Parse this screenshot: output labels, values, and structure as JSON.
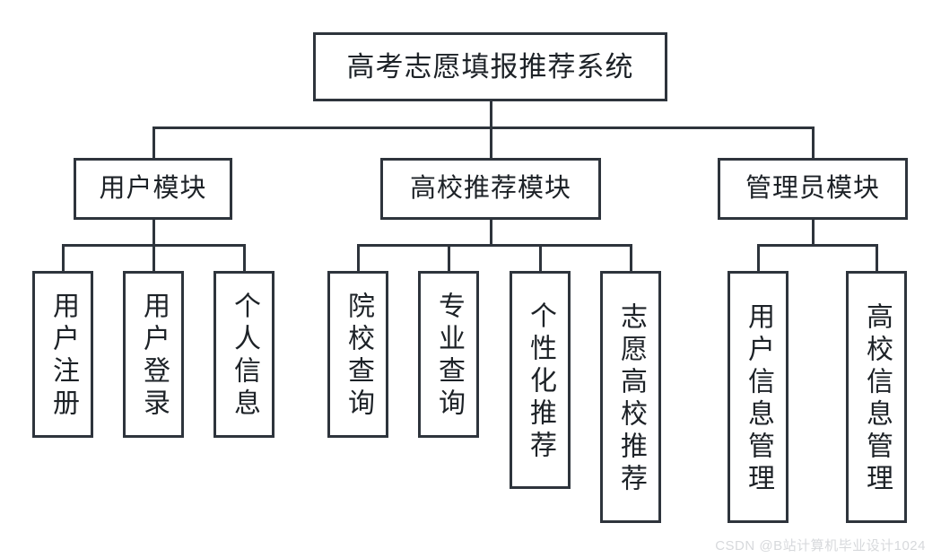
{
  "diagram": {
    "type": "org-chart",
    "title": "高考志愿填报推荐系统",
    "root": {
      "label": "高考志愿填报推荐系统"
    },
    "modules": [
      {
        "label": "用户模块"
      },
      {
        "label": "高校推荐模块"
      },
      {
        "label": "管理员模块"
      }
    ],
    "leaves": {
      "user": [
        {
          "label": "用户注册"
        },
        {
          "label": "用户登录"
        },
        {
          "label": "个人信息"
        }
      ],
      "recommend": [
        {
          "label": "院校查询"
        },
        {
          "label": "专业查询"
        },
        {
          "label": "个性化推荐"
        },
        {
          "label": "志愿高校推荐"
        }
      ],
      "admin": [
        {
          "label": "用户信息管理"
        },
        {
          "label": "高校信息管理"
        }
      ]
    },
    "colors": {
      "stroke": "#2e343c",
      "text": "#1d2227",
      "background": "#ffffff",
      "watermark": "#d7d9dc"
    }
  },
  "watermark": {
    "text": "CSDN @B站计算机毕业设计1024"
  }
}
